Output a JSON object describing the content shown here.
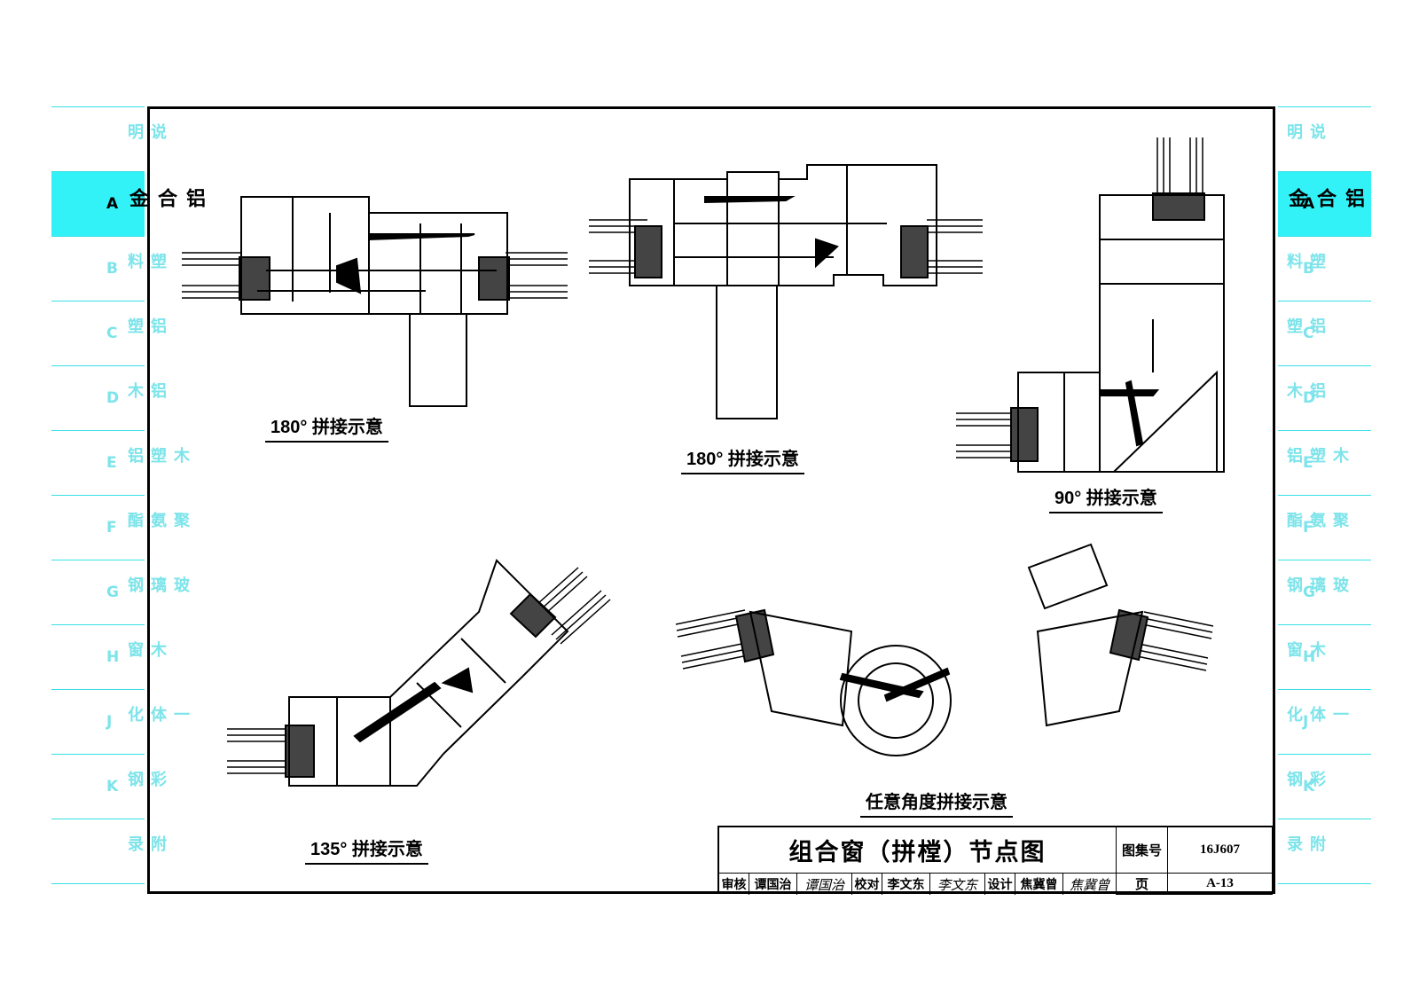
{
  "sidebar": {
    "items": [
      {
        "letter": "",
        "chars": "说明",
        "active": false
      },
      {
        "letter": "A",
        "chars": "铝合金",
        "active": true
      },
      {
        "letter": "B",
        "chars": "塑料",
        "active": false
      },
      {
        "letter": "C",
        "chars": "铝塑",
        "active": false
      },
      {
        "letter": "D",
        "chars": "铝木",
        "active": false
      },
      {
        "letter": "E",
        "chars": "木塑铝",
        "active": false
      },
      {
        "letter": "F",
        "chars": "聚氨酯",
        "active": false
      },
      {
        "letter": "G",
        "chars": "玻璃钢",
        "active": false
      },
      {
        "letter": "H",
        "chars": "木窗",
        "active": false
      },
      {
        "letter": "J",
        "chars": "一体化",
        "active": false
      },
      {
        "letter": "K",
        "chars": "彩钢",
        "active": false
      },
      {
        "letter": "",
        "chars": "附录",
        "active": false
      }
    ]
  },
  "captions": {
    "c1": "180° 拼接示意",
    "c2": "180° 拼接示意",
    "c3": "90° 拼接示意",
    "c4": "135° 拼接示意",
    "c5": "任意角度拼接示意"
  },
  "title_block": {
    "title": "组合窗（拼樘）节点图",
    "atlas_label": "图集号",
    "atlas_no": "16J607",
    "page_label": "页",
    "page_no": "A-13",
    "review_label": "审核",
    "reviewer": "谭国治",
    "reviewer_sign": "谭国治",
    "check_label": "校对",
    "checker": "李文东",
    "checker_sign": "李文东",
    "design_label": "设计",
    "designer": "焦冀曾",
    "designer_sign": "焦冀曾"
  },
  "colors": {
    "sidebar_line": "#37e0e6",
    "sidebar_active": "#33f2f7",
    "sidebar_text": "#7ce4ea",
    "ink": "#000000"
  }
}
